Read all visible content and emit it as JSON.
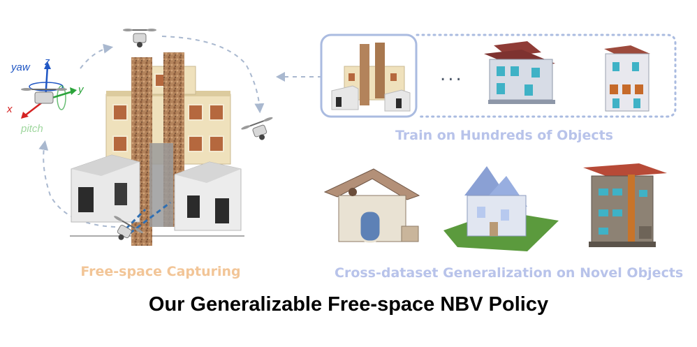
{
  "left_panel": {
    "caption": "Free-space Capturing",
    "axes": {
      "yaw": "yaw",
      "z": "z",
      "y": "y",
      "x": "x",
      "pitch": "pitch"
    }
  },
  "right_panel": {
    "train_caption": "Train on Hundreds of Objects",
    "ellipsis": "...",
    "novel_caption": "Cross-dataset Generalization on Novel Objects"
  },
  "title": "Our Generalizable Free-space NBV Policy",
  "colors": {
    "orange_caption": "#f2c597",
    "blue_caption": "#b8c3ea",
    "dashed_arrow": "#a9b8cf",
    "frame": "#aabbe0"
  }
}
